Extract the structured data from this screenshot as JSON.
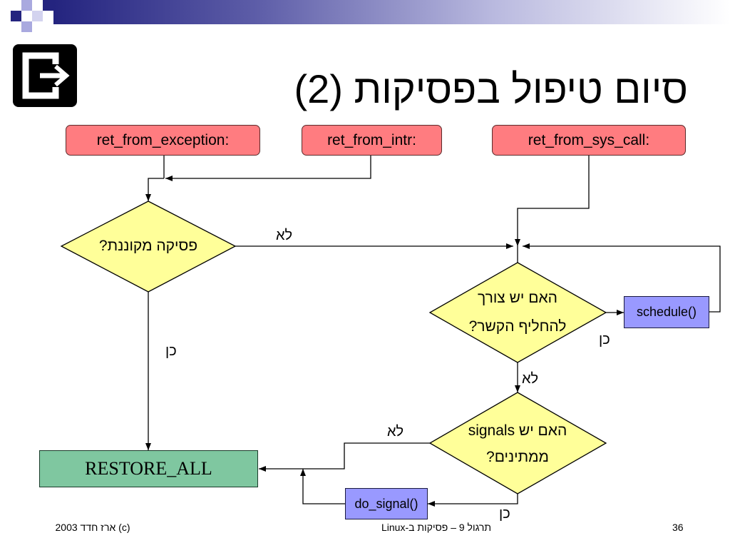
{
  "slide": {
    "title": "סיום טיפול בפסיקות (2)"
  },
  "icons": {
    "exit": "exit-icon"
  },
  "entry_points": {
    "exception": "ret_from_exception:",
    "interrupt": "ret_from_intr:",
    "sys_call": "ret_from_sys_call:"
  },
  "decisions": {
    "nested_interrupt": {
      "lines": [
        "פסיקה מקוננת?"
      ],
      "no_label": "לא",
      "yes_label": "כן"
    },
    "need_resched": {
      "lines": [
        "האם יש צורך",
        "להחליף הקשר?"
      ],
      "yes_label": "כן",
      "no_label": "לא"
    },
    "pending_signals": {
      "lines": [
        "האם יש signals",
        "ממתינים?"
      ],
      "no_label": "לא",
      "yes_label": "כן"
    }
  },
  "actions": {
    "schedule": "schedule()",
    "do_signal": "do_signal()",
    "restore_all": "RESTORE_ALL"
  },
  "footer": {
    "copyright": "(c) ארז חדד 2003",
    "course": "תרגול 9 – פסיקות ב-Linux",
    "page_number": "36"
  },
  "colors": {
    "entry_box": "#ff7c80",
    "decision": "#ffff99",
    "action": "#9999ff",
    "restore": "#7fc7a0",
    "accent": "#24247f"
  }
}
